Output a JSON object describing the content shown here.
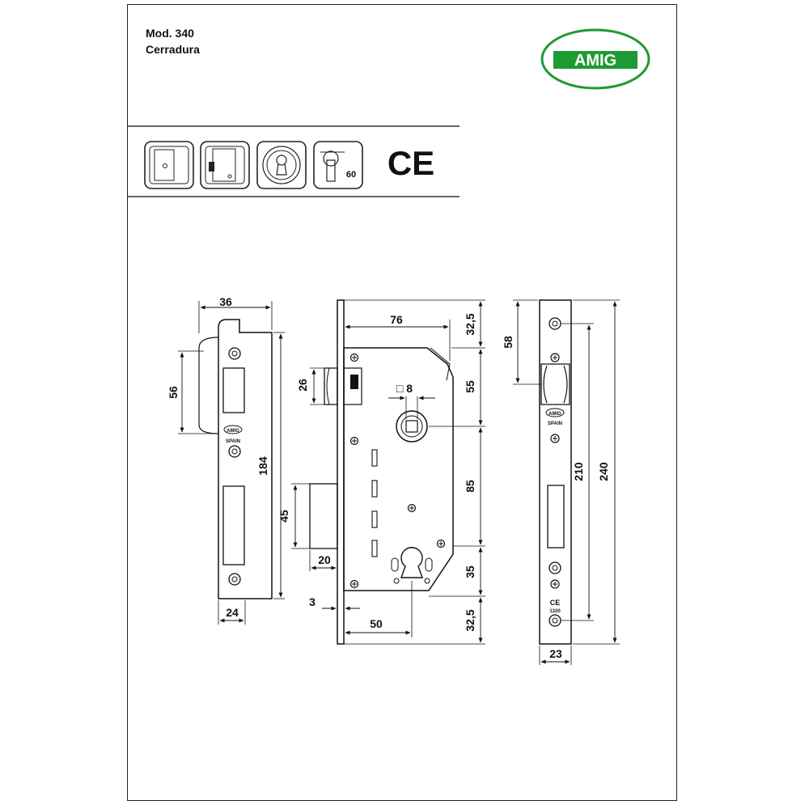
{
  "header": {
    "model": "Mod. 340",
    "product": "Cerradura"
  },
  "logo": {
    "text": "AMIG",
    "color": "#1e9a32",
    "ring_color": "#1e9a32"
  },
  "icons": [
    {
      "name": "lock-plate-icon"
    },
    {
      "name": "mortise-side-icon"
    },
    {
      "name": "keyhole-escutcheon-icon"
    },
    {
      "name": "cylinder-icon",
      "label": "60"
    },
    {
      "name": "ce-mark-icon",
      "label": "CE"
    }
  ],
  "front_plate": {
    "dims": {
      "width_top": "36",
      "latch_height": "56",
      "total_height": "184",
      "width_bottom": "24"
    },
    "stamp": {
      "brand": "AMIG",
      "origin": "SPAIN"
    }
  },
  "lock_body": {
    "dims": {
      "backset_top": "76",
      "top_margin": "32,5",
      "latch_thickness": "26",
      "spindle": "8",
      "spindle_square_label": "□ 8",
      "upper_offset": "55",
      "center_distance": "85",
      "bolt_height": "45",
      "bolt_throw": "20",
      "plate_thickness": "3",
      "backset": "50",
      "lower_offset": "35",
      "bottom_margin": "32,5"
    }
  },
  "strike_plate": {
    "dims": {
      "top_offset": "58",
      "hole_spacing": "210",
      "total_height": "240",
      "width": "23"
    },
    "stamp": {
      "brand": "AMIG",
      "origin": "SPAIN",
      "ce": "CE",
      "code": "1320"
    }
  }
}
